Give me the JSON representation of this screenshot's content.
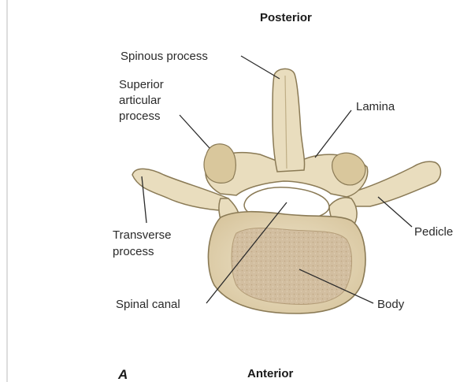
{
  "diagram": {
    "orientation_top": "Posterior",
    "orientation_bottom": "Anterior",
    "panel_letter": "A",
    "labels": {
      "spinous_process": "Spinous process",
      "superior_articular_1": "Superior",
      "superior_articular_2": "articular",
      "superior_articular_3": "process",
      "lamina": "Lamina",
      "transverse_1": "Transverse",
      "transverse_2": "process",
      "pedicle": "Pedicle",
      "spinal_canal": "Spinal canal",
      "body": "Body"
    }
  },
  "colors": {
    "bone": "#e9ddbe",
    "bone_shade": "#d9c79c",
    "body_center": "#cdb794",
    "outline": "#8a7a55"
  }
}
